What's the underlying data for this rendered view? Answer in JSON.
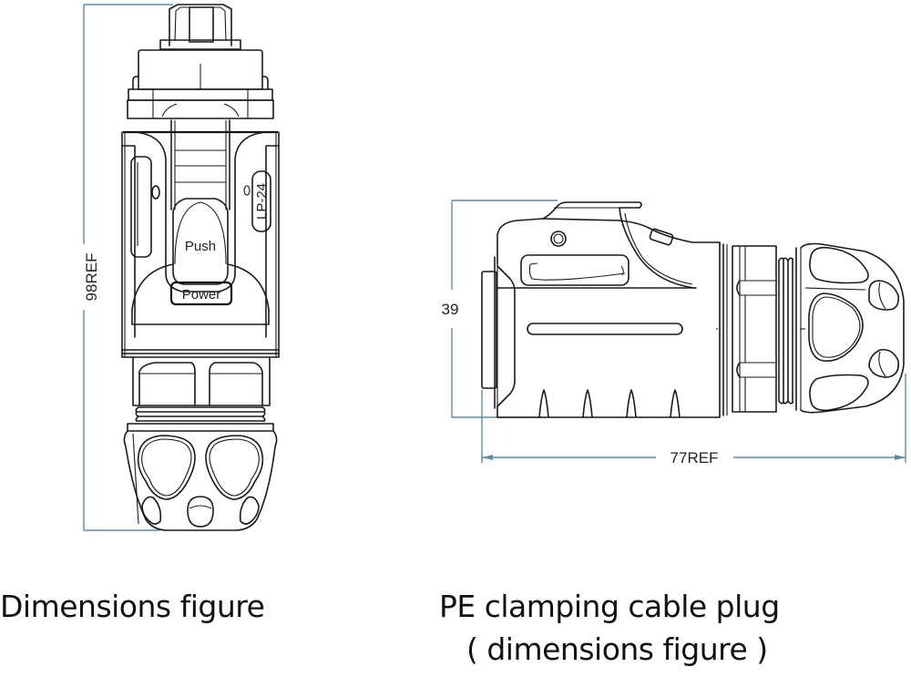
{
  "figures": {
    "left": {
      "view": "front view of connector plug",
      "dimension_label": "98REF",
      "button_label": "Push",
      "badge_label": "Power",
      "model_label": "LP-24",
      "caption": "Dimensions figure"
    },
    "right": {
      "view": "side view of PE clamping cable plug",
      "height_dimension_label": "39",
      "length_dimension_label": "77REF",
      "caption_line1": "PE clamping cable plug",
      "caption_line2": "( dimensions figure )"
    }
  },
  "colors": {
    "dimension_line": "#5e8aa8",
    "outline": "#1a1a1a",
    "background": "#ffffff"
  }
}
